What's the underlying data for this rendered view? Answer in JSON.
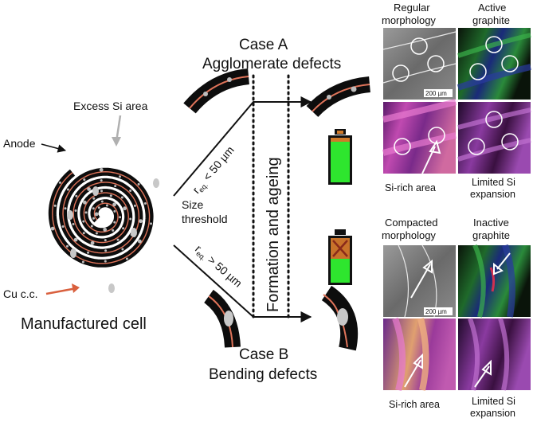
{
  "colors": {
    "black_layer": "#0d0d0d",
    "cu_line": "#e0745a",
    "si_particle": "#bdbdbd",
    "battery_green": "#2ee62e",
    "battery_cap": "#d07a2a",
    "arrow_cu": "#d9603e",
    "arrow_si": "#b0b0b0"
  },
  "left": {
    "excess_si": "Excess Si area",
    "anode": "Anode",
    "cu_cc": "Cu c.c.",
    "manufactured": "Manufactured cell"
  },
  "middle": {
    "size": "Size",
    "threshold": "threshold",
    "formation": "Formation and ageing",
    "r_top": "r",
    "r_top_sub": "eq.",
    "r_top_rest": " < 50 µm",
    "r_bot": "r",
    "r_bot_sub": "eq.",
    "r_bot_rest": " > 50 µm"
  },
  "case_a": {
    "title": "Case A",
    "subtitle": "Agglomerate defects"
  },
  "case_b": {
    "title": "Case B",
    "subtitle": "Bending defects"
  },
  "panels_top": {
    "header_left_1": "Regular",
    "header_left_2": "morphology",
    "header_right_1": "Active",
    "header_right_2": "graphite",
    "scale": "200 µm",
    "caption_left": "Si-rich area",
    "caption_right_1": "Limited Si",
    "caption_right_2": "expansion"
  },
  "panels_bottom": {
    "header_left_1": "Compacted",
    "header_left_2": "morphology",
    "header_right_1": "Inactive",
    "header_right_2": "graphite",
    "scale": "200 µm",
    "caption_left": "Si-rich area",
    "caption_right_1": "Limited Si",
    "caption_right_2": "expansion"
  }
}
